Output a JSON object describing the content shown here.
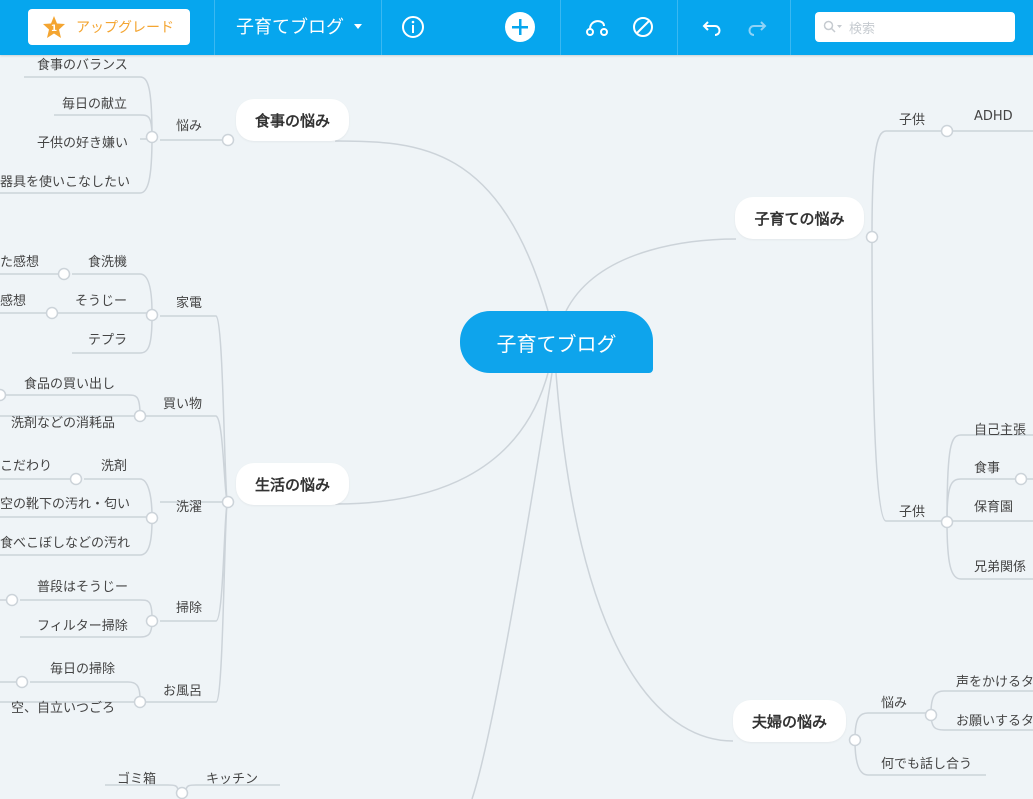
{
  "toolbar": {
    "upgrade_label": "アップグレード",
    "map_title": "子育てブログ",
    "search_placeholder": "検索",
    "icons": [
      "star-badge-icon",
      "info-icon",
      "add-icon",
      "connect-icon",
      "block-icon",
      "undo-icon",
      "redo-icon",
      "search-icon"
    ]
  },
  "map": {
    "root": "子育てブログ",
    "topics": {
      "food": "食事の悩み",
      "life": "生活の悩み",
      "childcare": "子育ての悩み",
      "couple": "夫婦の悩み"
    },
    "food": {
      "worry": "悩み",
      "items": [
        "食事のバランス",
        "毎日の献立",
        "子供の好き嫌い",
        "器具を使いこなしたい"
      ]
    },
    "life": {
      "appliance": "家電",
      "dishwasher": "食洗機",
      "dishwasher_child": "た感想",
      "vacuum": "そうじー",
      "vacuum_child": "感想",
      "tepra": "テプラ",
      "shopping": "買い物",
      "shopping_items": [
        "食品の買い出し",
        "洗剤などの消耗品"
      ],
      "laundry": "洗濯",
      "detergent": "洗剤",
      "detergent_child": "こだわり",
      "laundry_items": [
        "空の靴下の汚れ・匂い",
        "食べこぼしなどの汚れ"
      ],
      "cleaning": "掃除",
      "cleaning_items": [
        "普段はそうじー",
        "フィルター掃除"
      ],
      "bath": "お風呂",
      "bath_items": [
        "毎日の掃除",
        "空、自立いつごろ"
      ],
      "kitchen": "キッチン",
      "trash": "ゴミ箱"
    },
    "childcare": {
      "child1": "子供",
      "adhd": "ADHD",
      "child2": "子供",
      "child2_items": [
        "自己主張",
        "食事",
        "保育園",
        "兄弟関係"
      ]
    },
    "couple": {
      "worry": "悩み",
      "worry_items": [
        "声をかけるタ",
        "お願いするタ"
      ],
      "talk": "何でも話し合う"
    }
  }
}
